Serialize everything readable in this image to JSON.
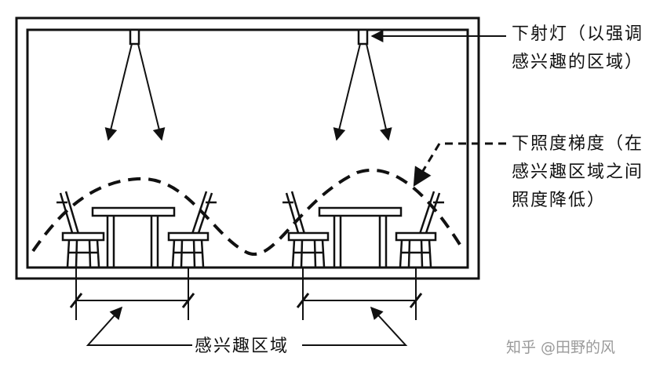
{
  "labels": {
    "downlight": [
      "下射灯（以强调",
      "感兴趣的区域）"
    ],
    "gradient": [
      "下照度梯度（在",
      "感兴趣区域之间",
      "照度降低）"
    ],
    "zone": "感兴趣区域"
  },
  "watermark": "知乎 @田野的风",
  "colors": {
    "ink": "#111111",
    "background": "#ffffff",
    "watermark": "#9a9a9a"
  }
}
